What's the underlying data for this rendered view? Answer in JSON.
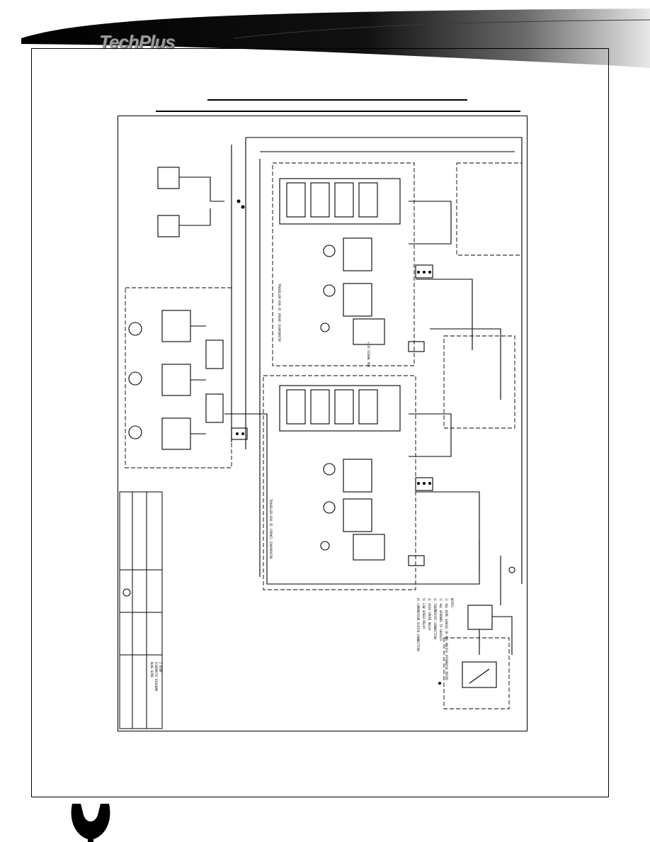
{
  "header": {
    "brand_name": "TechPlus"
  },
  "schematic": {
    "title_block": {
      "line1": "BLUE BIRD",
      "line2": "SCHEMATIC DIAGRAM",
      "line3": "2 EVAP"
    },
    "upper_module_label": "TRAVELLER-600-35 (REAR) EVAPORATOR",
    "lower_module_label": "TRAVELLER-600-35 (FRONT) EVAPORATOR",
    "signal_out_label": "+12V SIGNAL OUT",
    "notes": [
      "NOTES:",
      "1) ALL WIRE GAUGES 16 AWG UNLESS OTHERWISE NOTED",
      "2) ALL GROUNDS TO CHASSIS",
      "3) THERMOSTAT CONNECTION",
      "4) HIGH SPEED RELAY",
      "5) LOW SPEED RELAY",
      "6) COMPRESSOR CLUTCH CONNECTION"
    ]
  }
}
